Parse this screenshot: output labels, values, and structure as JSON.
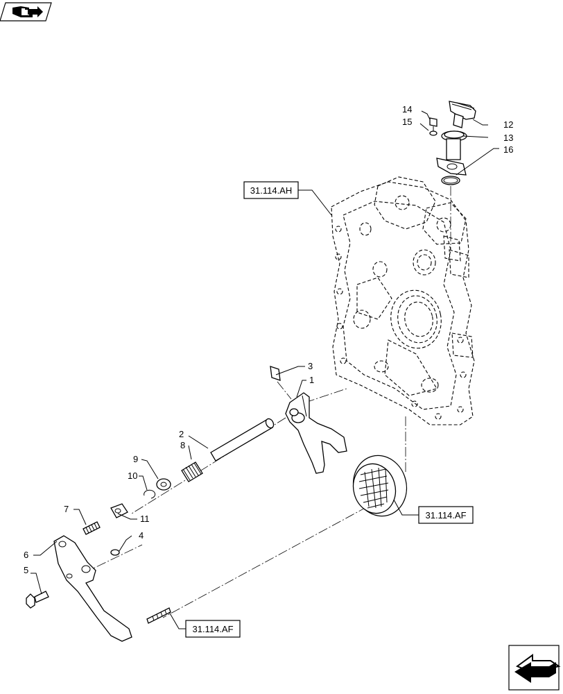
{
  "diagram": {
    "refs": {
      "upper": "31.114.AH",
      "ring": "31.114.AF",
      "lower": "31.114.AF"
    },
    "callouts": {
      "c1": "1",
      "c2": "2",
      "c3": "3",
      "c4": "4",
      "c5": "5",
      "c6": "6",
      "c7": "7",
      "c8": "8",
      "c9": "9",
      "c10": "10",
      "c11": "11",
      "c12": "12",
      "c13": "13",
      "c14": "14",
      "c15": "15",
      "c16": "16"
    },
    "icons": {
      "top_left": "book-with-arrow-icon",
      "bottom_right": "next-page-arrow-icon"
    }
  }
}
